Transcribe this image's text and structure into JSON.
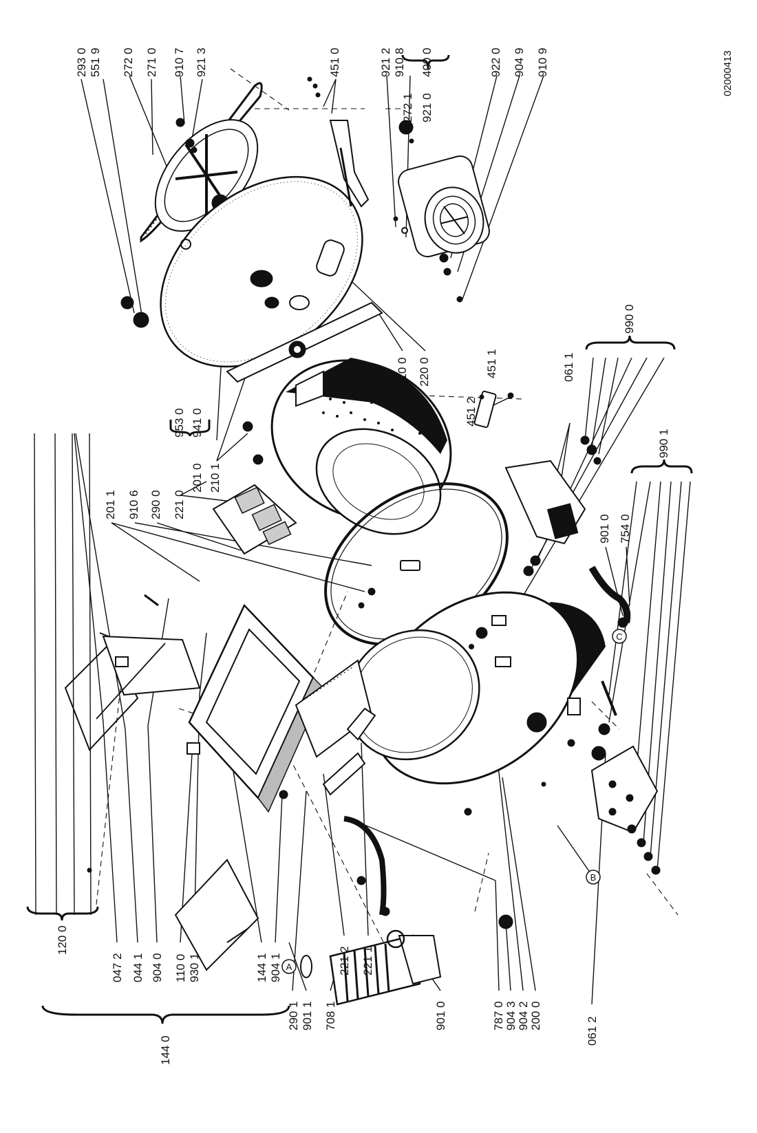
{
  "diagram": {
    "doc_id": "02000413",
    "reference_markers": [
      "A",
      "B",
      "C"
    ],
    "part_labels": {
      "l_293_0": "293 0",
      "l_551_9": "551 9",
      "l_272_0": "272 0",
      "l_271_0": "271 0",
      "l_910_7": "910 7",
      "l_921_3": "921 3",
      "l_451_0": "451 0",
      "l_921_2": "921 2",
      "l_910_8": "910 8",
      "l_400_0": "400 0",
      "l_272_1": "272 1",
      "l_921_0": "921 0",
      "l_922_0": "922 0",
      "l_904_9": "904 9",
      "l_910_9": "910 9",
      "l_201_1": "201 1",
      "l_910_6": "910 6",
      "l_290_0": "290 0",
      "l_221_0": "221 0",
      "l_210_1": "210 1",
      "l_201_0": "201 0",
      "l_941_0": "941 0",
      "l_953_0": "953 0",
      "l_210_0": "210 0",
      "l_220_0": "220 0",
      "l_451_1": "451 1",
      "l_451_2": "451 2",
      "l_061_1": "061 1",
      "l_990_0": "990 0",
      "l_990_1": "990 1",
      "l_901_0b": "901 0",
      "l_754_0": "754 0",
      "l_120_0": "120 0",
      "l_047_2": "047 2",
      "l_044_1": "044 1",
      "l_904_0": "904 0",
      "l_110_0": "110 0",
      "l_930_1": "930 1",
      "l_144_1": "144 1",
      "l_904_1": "904 1",
      "l_144_0": "144 0",
      "l_221_2": "221 2",
      "l_221_1": "221 1",
      "l_290_1": "290 1",
      "l_901_1": "901 1",
      "l_708_1": "708 1",
      "l_901_0": "901 0",
      "l_787_0": "787 0",
      "l_904_3": "904 3",
      "l_904_2": "904 2",
      "l_200_0": "200 0",
      "l_061_2": "061 2"
    }
  }
}
